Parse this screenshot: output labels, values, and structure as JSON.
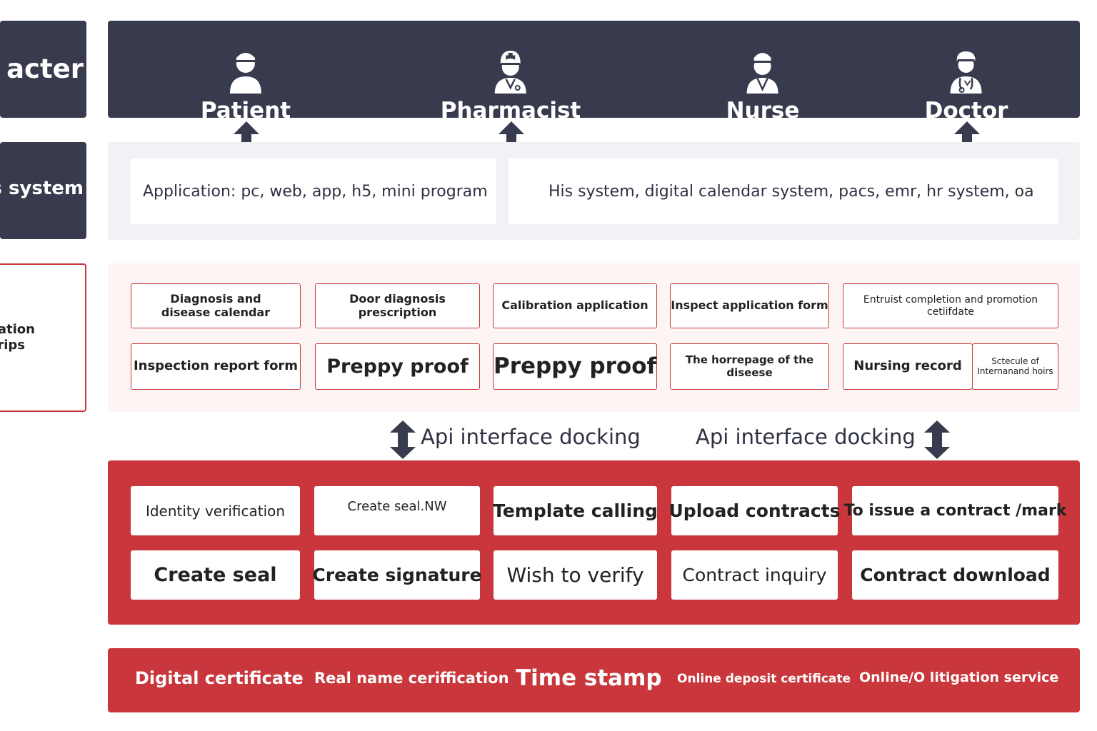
{
  "side_labels": {
    "character": "acter",
    "business_system": "ss system",
    "application_line1": "cation",
    "application_line2": "rips"
  },
  "roles": [
    {
      "name": "Patient",
      "icon": "patient-icon"
    },
    {
      "name": "Pharmacist",
      "icon": "pharmacist-icon"
    },
    {
      "name": "Nurse",
      "icon": "nurse-icon"
    },
    {
      "name": "Doctor",
      "icon": "doctor-icon"
    }
  ],
  "business": {
    "left": "Application: pc, web, app, h5, mini program",
    "right": "His system, digital calendar system, pacs, emr, hr system, oa"
  },
  "documents": {
    "row1": [
      "Diagnosis and disease calendar",
      "Door diagnosis prescription",
      "Calibration application",
      "Inspect application form",
      "Entruist completion and promotion cetiifdate"
    ],
    "row2": [
      "Inspection report form",
      "Preppy proof",
      "Preppy proof",
      "The horrepage of the diseese",
      "Nursing record",
      "Sctecule of Internanand hoirs"
    ]
  },
  "api": {
    "left": "Api interface docking",
    "right": "Api interface docking"
  },
  "services": {
    "row1": [
      "Identity verification",
      "Create seal.NW",
      "Template calling",
      "Upload contracts",
      "To issue a contract /mark"
    ],
    "row2": [
      "Create seal",
      "Create signature",
      "Wish to verify",
      "Contract inquiry",
      "Contract download"
    ]
  },
  "foundation": [
    "Digital certificate",
    "Real name ceriffication",
    "Time stamp",
    "Online deposit certificate",
    "Online/O litigation service"
  ],
  "colors": {
    "dark": "#383a4e",
    "red": "#c9363b",
    "pale_gray": "#f1f2f6",
    "pale_pink": "#fdf5f4"
  }
}
